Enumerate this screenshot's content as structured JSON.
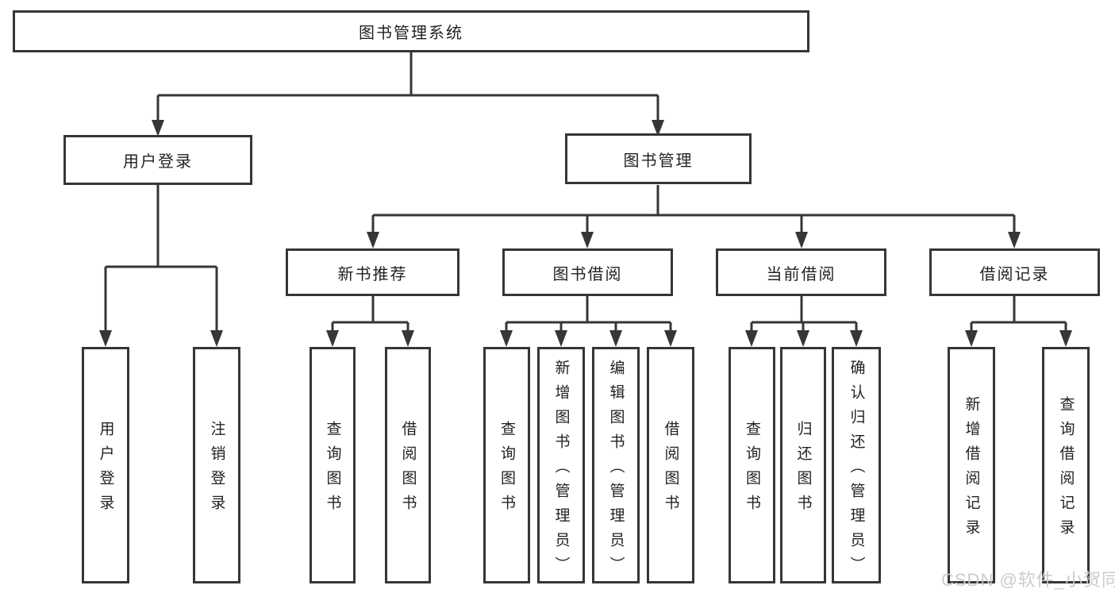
{
  "tree": {
    "root": {
      "label": "图书管理系统",
      "children": [
        {
          "label": "用户登录",
          "children": [
            {
              "label": "用户登录"
            },
            {
              "label": "注销登录"
            }
          ]
        },
        {
          "label": "图书管理",
          "children": [
            {
              "label": "新书推荐",
              "children": [
                {
                  "label": "查询图书"
                },
                {
                  "label": "借阅图书"
                }
              ]
            },
            {
              "label": "图书借阅",
              "children": [
                {
                  "label": "查询图书"
                },
                {
                  "label": "新增图书（管理员）"
                },
                {
                  "label": "编辑图书（管理员）"
                },
                {
                  "label": "借阅图书"
                }
              ]
            },
            {
              "label": "当前借阅",
              "children": [
                {
                  "label": "查询图书"
                },
                {
                  "label": "归还图书"
                },
                {
                  "label": "确认归还（管理员）"
                }
              ]
            },
            {
              "label": "借阅记录",
              "children": [
                {
                  "label": "新增借阅记录"
                },
                {
                  "label": "查询借阅记录"
                }
              ]
            }
          ]
        }
      ]
    }
  },
  "watermark": {
    "text": "CSDN @软件_小贺同学"
  },
  "colors": {
    "line": "#363636",
    "box_border": "#363636",
    "text": "#222222",
    "watermark": "#c9c9c9",
    "background": "#ffffff"
  }
}
